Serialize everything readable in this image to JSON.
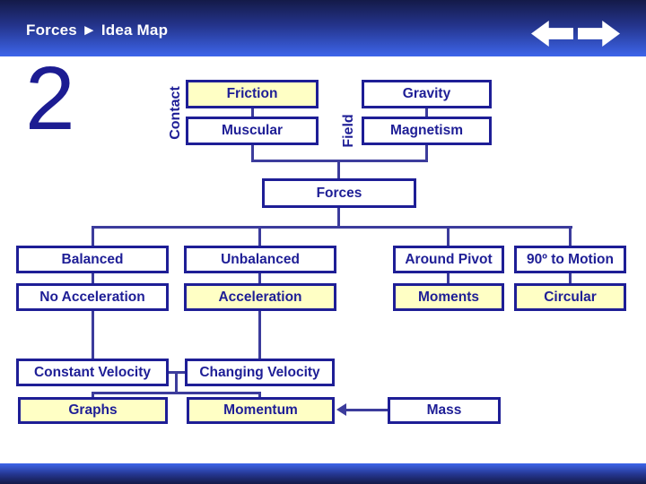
{
  "header": {
    "title": "Forces ► Idea Map"
  },
  "nav": {
    "prev_icon": "left-arrow",
    "next_icon": "right-arrow"
  },
  "slide_number": "2",
  "colors": {
    "navy_text_border": "#1e1e96",
    "connector_line": "#3c3c9c",
    "highlight_yellow": "#ffffc5",
    "bar_dark": "#141a48",
    "bar_bright": "#3d65ea",
    "title_text": "#ffffff"
  },
  "diagram": {
    "group_labels": {
      "contact": "Contact",
      "field": "Field"
    },
    "boxes": {
      "friction": {
        "label": "Friction",
        "fill": "yellow"
      },
      "muscular": {
        "label": "Muscular",
        "fill": "white"
      },
      "gravity": {
        "label": "Gravity",
        "fill": "white"
      },
      "magnetism": {
        "label": "Magnetism",
        "fill": "white"
      },
      "forces": {
        "label": "Forces",
        "fill": "white"
      },
      "balanced": {
        "label": "Balanced",
        "fill": "white"
      },
      "unbalanced": {
        "label": "Unbalanced",
        "fill": "white"
      },
      "around_pivot": {
        "label": "Around Pivot",
        "fill": "white"
      },
      "ninety_to_motion": {
        "label": "90º to Motion",
        "fill": "white"
      },
      "no_acceleration": {
        "label": "No Acceleration",
        "fill": "white"
      },
      "acceleration": {
        "label": "Acceleration",
        "fill": "yellow"
      },
      "moments": {
        "label": "Moments",
        "fill": "yellow"
      },
      "circular": {
        "label": "Circular",
        "fill": "yellow"
      },
      "constant_velocity": {
        "label": "Constant Velocity",
        "fill": "white"
      },
      "changing_velocity": {
        "label": "Changing Velocity",
        "fill": "white"
      },
      "graphs": {
        "label": "Graphs",
        "fill": "yellow"
      },
      "momentum": {
        "label": "Momentum",
        "fill": "yellow"
      },
      "mass": {
        "label": "Mass",
        "fill": "white"
      }
    }
  }
}
